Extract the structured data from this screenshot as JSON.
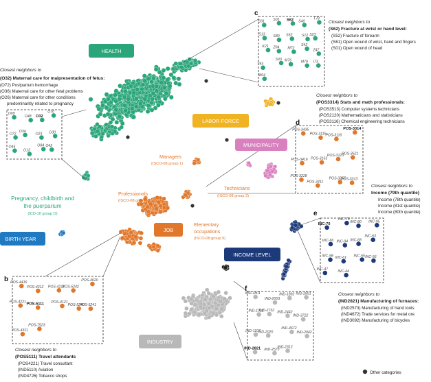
{
  "pills": [
    {
      "key": "health",
      "text": "HEALTH",
      "color": "#2ba67a"
    },
    {
      "key": "labor",
      "text": "LABOR FORCE",
      "color": "#f0b323"
    },
    {
      "key": "municipality",
      "text": "MUNICIPALITY",
      "color": "#d980bf"
    },
    {
      "key": "job",
      "text": "JOB",
      "color": "#e0772a"
    },
    {
      "key": "birth",
      "text": "BIRTH YEAR",
      "color": "#1f7ac2"
    },
    {
      "key": "income",
      "text": "INCOME LEVEL",
      "color": "#1c3a7a"
    },
    {
      "key": "industry",
      "text": "INDUSTRY",
      "color": "#b8b8b8"
    }
  ],
  "categories": {
    "managers": {
      "title": "Managers",
      "sub": "(ISCO-08 group 1)"
    },
    "professionals": {
      "title": "Professionals",
      "sub": "(ISCO-08 group 2)"
    },
    "technicians": {
      "title": "Technicians",
      "sub": "(ISCO-08 group 3)"
    },
    "elementary": {
      "title1": "Elementary",
      "title2": "occupations",
      "sub": "(ISCO-08 group 9)"
    },
    "pregnancy": {
      "title1": "Pregnancy, childbirth and",
      "title2": "the puerparium",
      "sub": "(ICD-10 group O)"
    }
  },
  "panels": {
    "a": {
      "header": "Closest neighbors to",
      "title": "(O32) Maternal care for malpresentation of fetus:",
      "items": [
        "(O72) Postpartum hemorrhage",
        "(O36) Maternal care for other fetal problems",
        "(O26) Maternal care for other conditions",
        "predominantly related to pregnancy"
      ],
      "dots": [
        "O09",
        "O48",
        "O32",
        "O70",
        "O72",
        "O34",
        "O23",
        "O30",
        "O45",
        "O13",
        "O84",
        "O42"
      ]
    },
    "c": {
      "letter": "c",
      "header": "Closest neighbors to",
      "title": "(S62) Fracture at wrist or hand level:",
      "items": [
        "(S52) Fracture of forearm",
        "(S61) Open wound of wrist, hand and fingers",
        "(S01) Open wound of head"
      ],
      "dots": [
        "S91",
        "S01",
        "S62",
        "S40",
        "T78",
        "S13",
        "S80",
        "S52",
        "S12",
        "S23",
        "K21",
        "Z04",
        "M72",
        "S42",
        "Z47",
        "T93",
        "S93",
        "M76",
        "M79",
        "I73",
        "M64"
      ]
    },
    "d": {
      "letter": "d",
      "header": "Closest neighbors to",
      "title": "(POS3314) Stats and math professionals:",
      "items": [
        "(POS3513) Computer systems technicians",
        "(POS2120) Mathematicians and statisticians",
        "(POS3116) Chemical engineering technicians"
      ],
      "dots": [
        "POS-3435",
        "POS-3115",
        "POS-3116",
        "POS-3314",
        "POS-3416",
        "POS-3153",
        "POS-3123",
        "POS-3521",
        "POS-3228",
        "POS-3411",
        "POS-3257",
        "POS-3313"
      ]
    },
    "e": {
      "letter": "e",
      "header": "Closest neighbors to",
      "title": "Income (79th quantile)",
      "items": [
        "Income (78th quantile)",
        "Income (81st quantile)",
        "Income (80th quantile)"
      ],
      "dots": [
        "INC-70",
        "INC-79",
        "INC-80",
        "INC-95",
        "INC-66",
        "INC-94",
        "INC-68",
        "INC-63",
        "INC-98",
        "INC-61",
        "INC-55",
        "INC-56",
        "INC-47",
        "INC-44"
      ]
    },
    "b": {
      "letter": "b",
      "header": "Closest neighbors to",
      "title": "(POS5111) Travel attendants",
      "items": [
        "(POS4221) Travel consultant",
        "(IND5110)   Aviation",
        "(IND4726)  Tobacco shops"
      ],
      "dots": [
        "POS-4416",
        "POS-4212",
        "POS-4211",
        "POS-5242",
        "POS-4020",
        "POS-4221",
        "POS-5111",
        "POS-4121",
        "POS-5240",
        "POS-5241",
        "POS-4311",
        "POS-7523"
      ]
    },
    "f": {
      "letter": "f",
      "header": "Closest neighbors to",
      "title": "(IND2821) Manufacturing of furnaces:",
      "items": [
        "(IND2573) Manufacturing of hand tools",
        "(IND4672) Trade services for metal ore",
        "(IND3092) Manufacturing of bicycles"
      ],
      "dots": [
        "IND-1801",
        "IND-2003",
        "IND-1892",
        "IND-2891",
        "IND-1012",
        "IND-2732",
        "IND-2442",
        "IND-3722",
        "IND-1107",
        "IND-2020",
        "IND-4672",
        "IND-2042",
        "IND-2821",
        "IND-2573",
        "IND-2312"
      ]
    }
  },
  "legend": {
    "text": "Other categories",
    "color": "#333333"
  }
}
